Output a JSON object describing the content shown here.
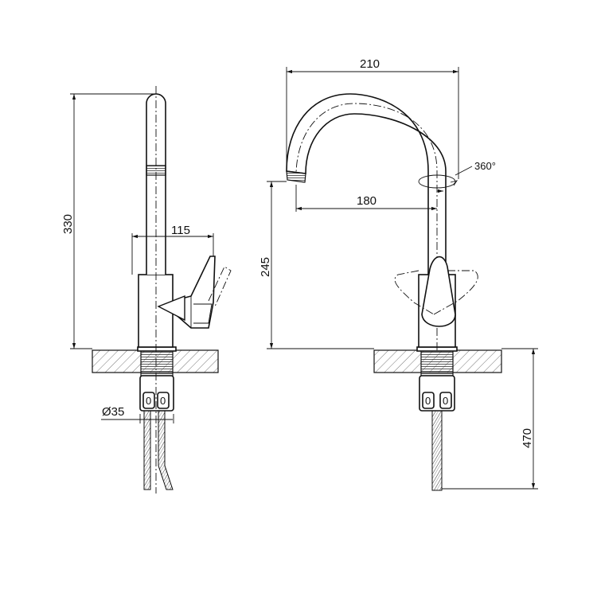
{
  "side_view": {
    "height_label": "330",
    "reach_label": "115",
    "diameter_label": "Ø35",
    "hose_valve_marks": [
      "0",
      "0"
    ]
  },
  "front_view": {
    "width_label": "210",
    "spout_reach_label": "180",
    "spout_height_label": "245",
    "rotation_label": "360°",
    "hose_length_label": "470",
    "hose_valve_marks": [
      "0",
      "0"
    ]
  }
}
